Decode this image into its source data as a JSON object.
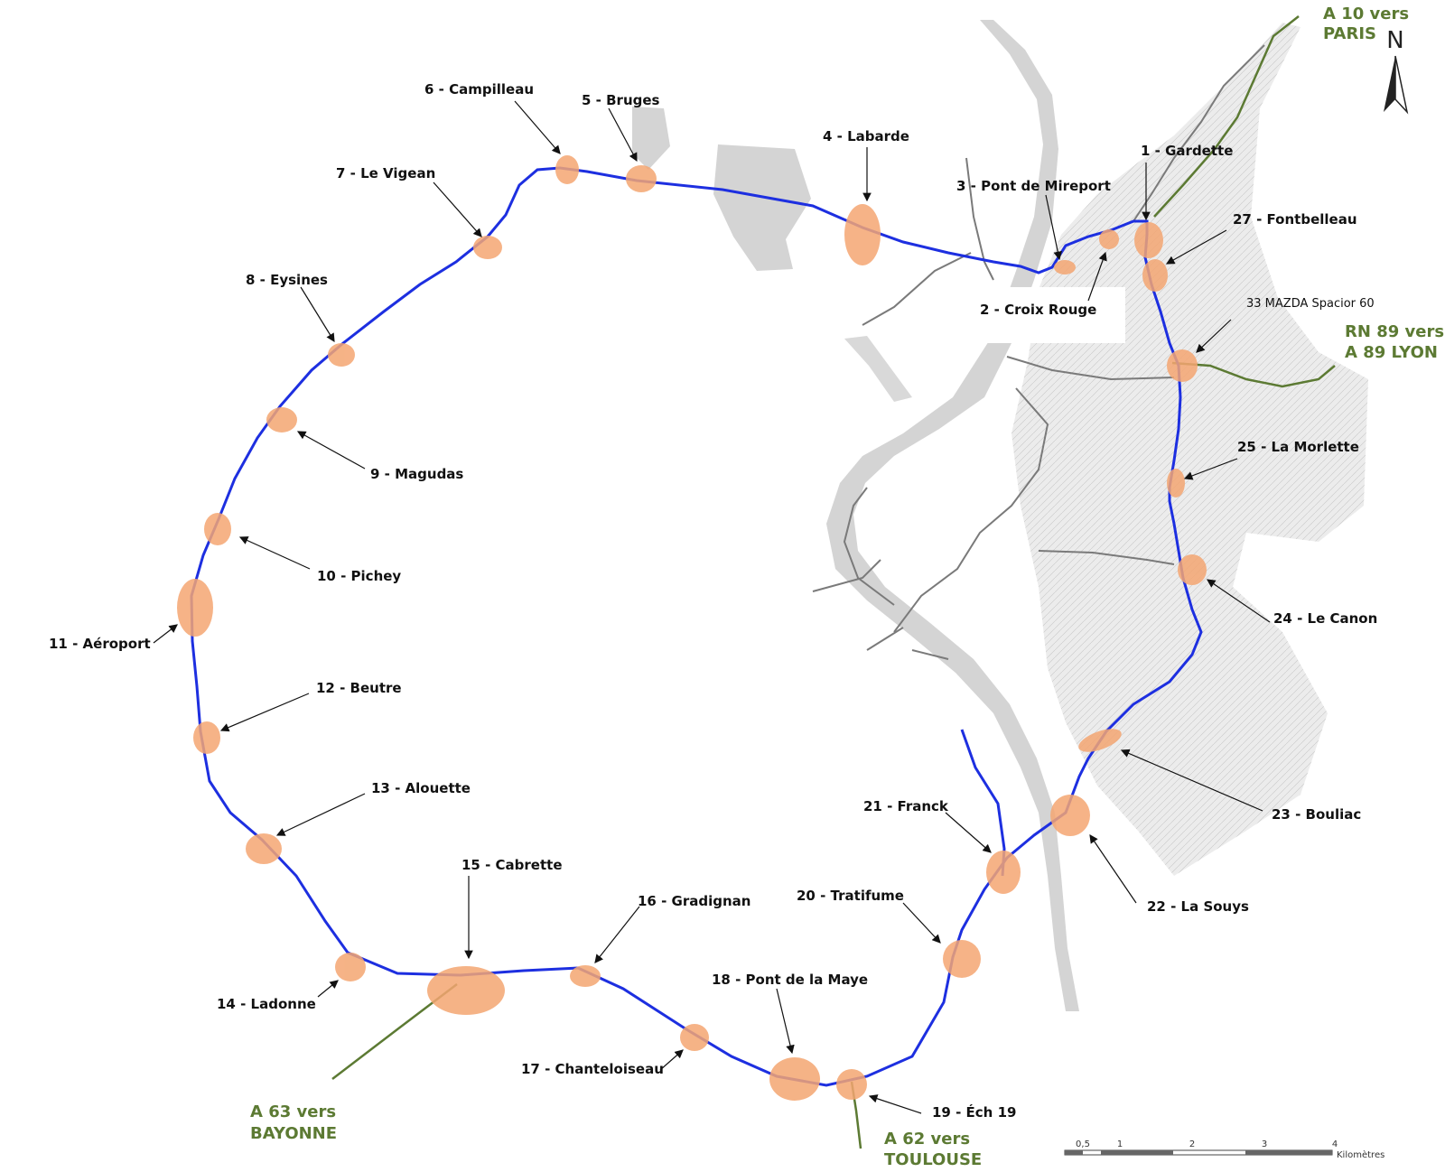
{
  "colors": {
    "route": "#1d2fe0",
    "interchange": "#f4a672",
    "river": "#d4d4d4",
    "relief": "#b8b8b8",
    "connector": "#5c7a33",
    "direction_text": "#5c7a33",
    "label": "#111111",
    "arrow": "#111111"
  },
  "interchanges": [
    {
      "id": "1",
      "label": "1 - Gardette"
    },
    {
      "id": "2",
      "label": "2 - Croix Rouge"
    },
    {
      "id": "3",
      "label": "3 - Pont de Mireport"
    },
    {
      "id": "4",
      "label": "4 - Labarde"
    },
    {
      "id": "5",
      "label": "5 - Bruges"
    },
    {
      "id": "6",
      "label": "6 - Campilleau"
    },
    {
      "id": "7",
      "label": "7 - Le Vigean"
    },
    {
      "id": "8",
      "label": "8 - Eysines"
    },
    {
      "id": "9",
      "label": "9 - Magudas"
    },
    {
      "id": "10",
      "label": "10 - Pichey"
    },
    {
      "id": "11",
      "label": "11 - Aéroport"
    },
    {
      "id": "12",
      "label": "12 - Beutre"
    },
    {
      "id": "13",
      "label": "13 - Alouette"
    },
    {
      "id": "14",
      "label": "14 - Ladonne"
    },
    {
      "id": "15",
      "label": "15 - Cabrette"
    },
    {
      "id": "16",
      "label": "16 - Gradignan"
    },
    {
      "id": "17",
      "label": "17 - Chanteloiseau"
    },
    {
      "id": "18",
      "label": "18 - Pont de la Maye"
    },
    {
      "id": "19",
      "label": "19 - Éch 19"
    },
    {
      "id": "20",
      "label": "20 - Tratifume"
    },
    {
      "id": "21",
      "label": "21 - Franck"
    },
    {
      "id": "22",
      "label": "22 - La Souys"
    },
    {
      "id": "23",
      "label": "23 - Bouliac"
    },
    {
      "id": "24",
      "label": "24 - Le Canon"
    },
    {
      "id": "25",
      "label": "25 - La Morlette"
    },
    {
      "id": "27",
      "label": "27 - Fontbelleau"
    },
    {
      "id": "33",
      "label": "33 MAZDA Spacior 60"
    }
  ],
  "directions": {
    "paris": {
      "line1": "A 10 vers",
      "line2": "PARIS"
    },
    "lyon": {
      "line1": "RN 89 vers",
      "line2": "A 89 LYON"
    },
    "bayonne": {
      "line1": "A 63 vers",
      "line2": "BAYONNE"
    },
    "toulouse": {
      "line1": "A 62 vers",
      "line2": "TOULOUSE"
    }
  },
  "north_arrow": {
    "letter": "N",
    "icon": "north-arrow-icon"
  },
  "scale_bar": {
    "ticks": [
      "0,5",
      "1",
      "2",
      "3",
      "4"
    ],
    "unit": "Kilomètres"
  }
}
